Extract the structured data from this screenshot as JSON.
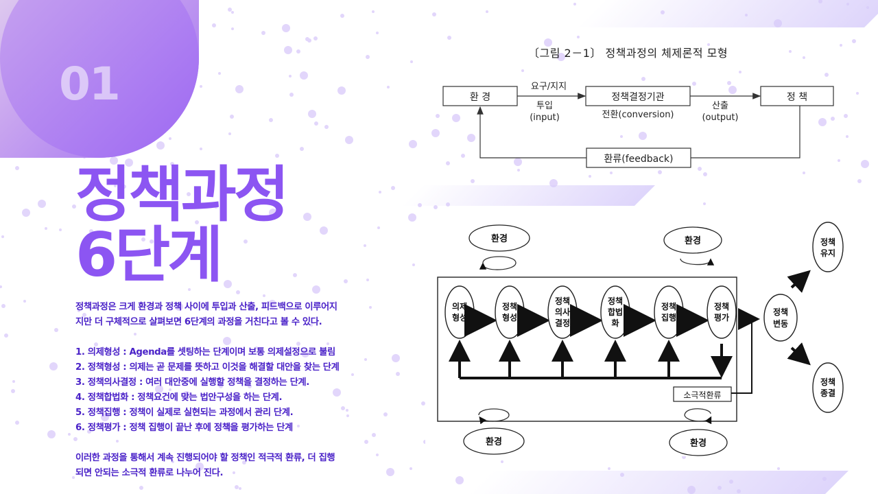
{
  "slide": {
    "number": "01",
    "title_line1": "정책과정",
    "title_line2": "6단계"
  },
  "description": {
    "intro": [
      "정책과정은 크게 환경과 정책 사이에 투입과 산출, 피드백으로 이루어지",
      "지만 더 구체적으로 살펴보면 6단계의 과정을 거친다고 볼 수 있다."
    ],
    "steps": [
      "1. 의제형성 : Agenda를 셋팅하는 단계이며 보통 의제설정으로 불림",
      "2. 정책형성 : 의제는 곧 문제를 뜻하고 이것을 해결할 대안을 찾는 단계",
      "3. 정책의사결정 : 여러 대안중에 실행할 정책을 결정하는 단계.",
      "4. 정책합법화 : 정책요건에 맞는 법안구성을 하는 단계.",
      "5. 정책집행 : 정책이 실제로 실현되는 과정에서 관리 단계.",
      "6. 정책평가 : 정책 집행이 끝난 후에 정책을 평가하는 단계"
    ],
    "outro": [
      "이러한 과정을 통해서 계속 진행되어야 할 정책인 적극적 환류, 더 집행",
      "되면 안되는 소극적 환류로 나누어 진다."
    ]
  },
  "figure1": {
    "caption": "〔그림 2－1〕 정책과정의 체제론적 모형",
    "env_box": "환 경",
    "demand_label": "요구/지지",
    "input_label": "투입",
    "input_en": "(input)",
    "org_box": "정책결정기관",
    "conversion_label": "전환(conversion)",
    "output_label": "산출",
    "output_en": "(output)",
    "policy_box": "정 책",
    "feedback_box": "환류(feedback)"
  },
  "figure2": {
    "env_top_left": "환경",
    "env_top_right": "환경",
    "env_bottom_left": "환경",
    "env_bottom_right": "환경",
    "stages": [
      [
        "의제",
        "형성"
      ],
      [
        "정책",
        "형성"
      ],
      [
        "정책",
        "의사",
        "결정"
      ],
      [
        "정책",
        "합법",
        "화"
      ],
      [
        "정책",
        "집행"
      ],
      [
        "정책",
        "평가"
      ]
    ],
    "change": [
      "정책",
      "변동"
    ],
    "maintain": [
      "정책",
      "유지"
    ],
    "terminate": [
      "정책",
      "종결"
    ],
    "negative_feedback": "소극적환류"
  },
  "colors": {
    "title": "#8c55f2",
    "body_text": "#4a22c8",
    "dots": "#e2d6fb"
  }
}
